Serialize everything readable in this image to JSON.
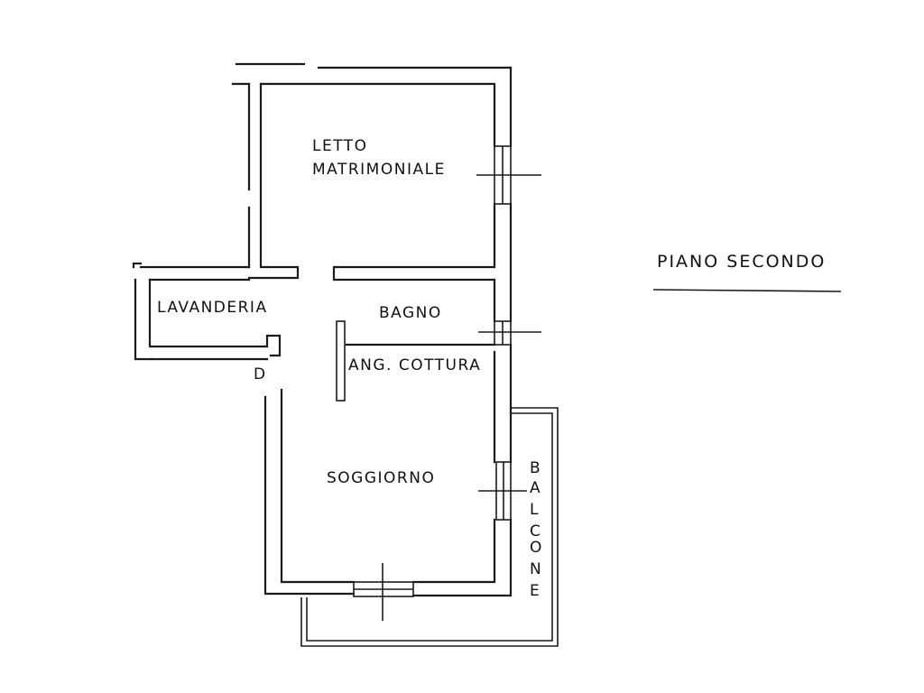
{
  "plan": {
    "title": "PIANO SECONDO",
    "rooms": {
      "letto_line1": "LETTO",
      "letto_line2": "MATRIMONIALE",
      "lavanderia": "LAVANDERIA",
      "bagno": "BAGNO",
      "ang_cottura": "ANG. COTTURA",
      "soggiorno": "SOGGIORNO",
      "balcone": [
        "B",
        "A",
        "L",
        "C",
        "O",
        "N",
        "E"
      ]
    },
    "entrance_mark": "D"
  }
}
